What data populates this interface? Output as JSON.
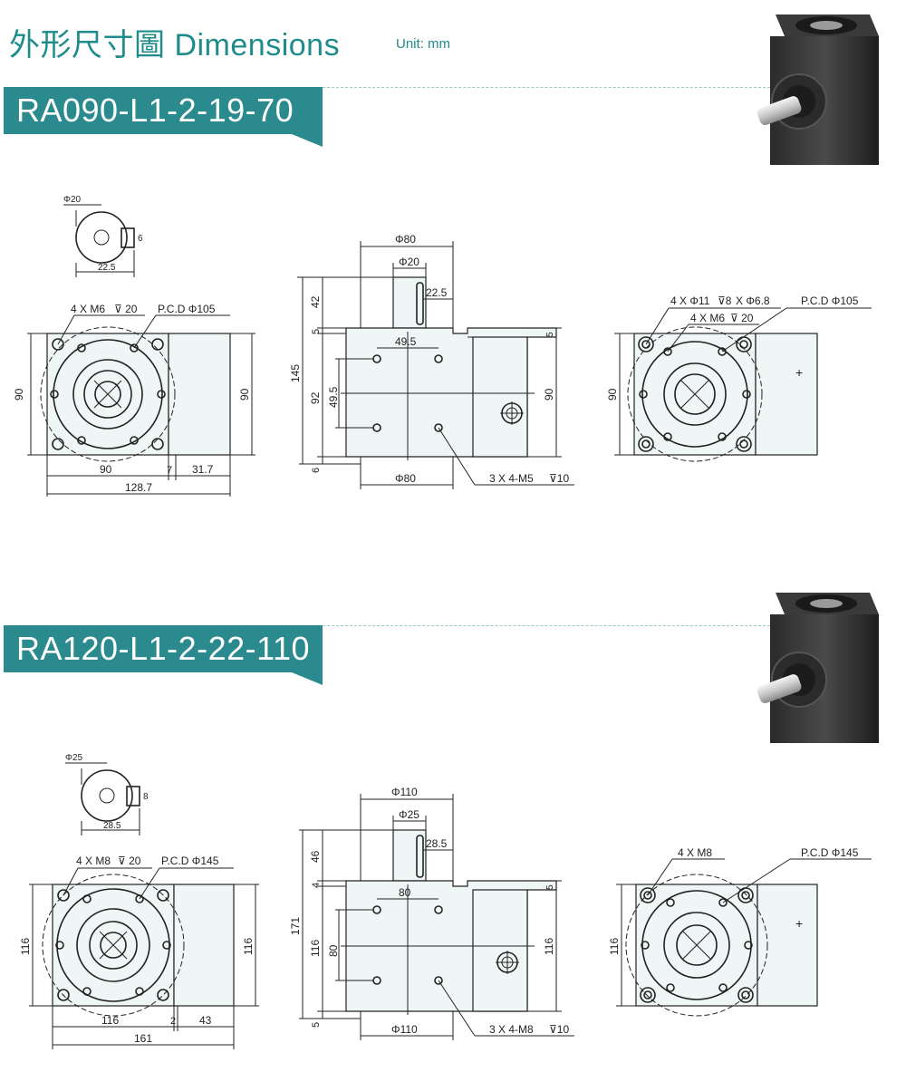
{
  "header": {
    "title": "外形尺寸圖 Dimensions",
    "unit": "Unit: mm"
  },
  "models": [
    {
      "name": "RA090-L1-2-19-70",
      "key": {
        "dia": "Φ20",
        "width": "6",
        "height": "22.5"
      },
      "front": {
        "side": "90",
        "right": "90",
        "bolts": "4 X M6",
        "depth": "20",
        "pcd": "P.C.D Φ105",
        "w1": "90",
        "w2": "7",
        "w3": "31.7",
        "total": "128.7"
      },
      "side": {
        "top": "Φ80",
        "shaft": "Φ20",
        "key": "22.5",
        "h1": "42",
        "h2": "5",
        "h3": "92",
        "h4": "6",
        "total": "145",
        "hole_sp": "49.5",
        "hole_sp_v": "49.5",
        "right": "90",
        "right_top": "5",
        "bottom": "Φ80",
        "taps": "3 X 4-M5",
        "taps_depth": "10"
      },
      "rear": {
        "side": "90",
        "holes": "4 X Φ11",
        "cb_depth": "8",
        "cb2": "X Φ6.8",
        "bolts": "4 X M6",
        "bolts_depth": "20",
        "pcd": "P.C.D Φ105"
      }
    },
    {
      "name": "RA120-L1-2-22-110",
      "key": {
        "dia": "Φ25",
        "width": "8",
        "height": "28.5"
      },
      "front": {
        "side": "116",
        "right": "116",
        "bolts": "4 X M8",
        "depth": "20",
        "pcd": "P.C.D Φ145",
        "w1": "116",
        "w2": "2",
        "w3": "43",
        "total": "161"
      },
      "side": {
        "top": "Φ110",
        "shaft": "Φ25",
        "key": "28.5",
        "h1": "46",
        "h2": "4",
        "h3": "116",
        "h4": "5",
        "total": "171",
        "hole_sp": "80",
        "hole_sp_v": "80",
        "right": "116",
        "right_top": "5",
        "bottom": "Φ110",
        "taps": "3 X 4-M8",
        "taps_depth": "10"
      },
      "rear": {
        "side": "116",
        "holes": "4 X M8",
        "pcd": "P.C.D Φ145"
      }
    }
  ],
  "colors": {
    "accent": "#2a8a8e",
    "title": "#1f8c8c"
  }
}
